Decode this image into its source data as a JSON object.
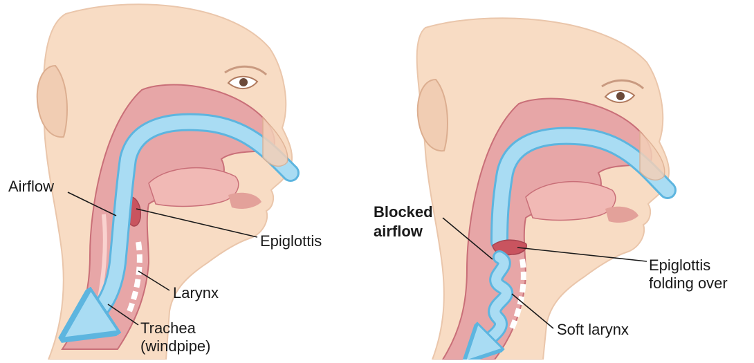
{
  "panels": [
    {
      "id": "normal",
      "labels": {
        "airflow": "Airflow",
        "epiglottis": "Epiglottis",
        "larynx": "Larynx",
        "trachea_line1": "Trachea",
        "trachea_line2": "(windpipe)"
      }
    },
    {
      "id": "laryngomalacia",
      "labels": {
        "blocked_line1": "Blocked",
        "blocked_line2": "airflow",
        "epiglottis_line1": "Epiglottis",
        "epiglottis_line2": "folding over",
        "soft_larynx": "Soft larynx"
      }
    }
  ],
  "colors": {
    "skin": "#f8dcc4",
    "skin_shadow": "#edc2a3",
    "tissue": "#e7a6a7",
    "tissue_dark": "#c96f78",
    "airway_fill": "#a9dcf3",
    "airway_edge": "#5db5df",
    "cartilage": "#ffffff",
    "label_text": "#1a1a1a"
  }
}
